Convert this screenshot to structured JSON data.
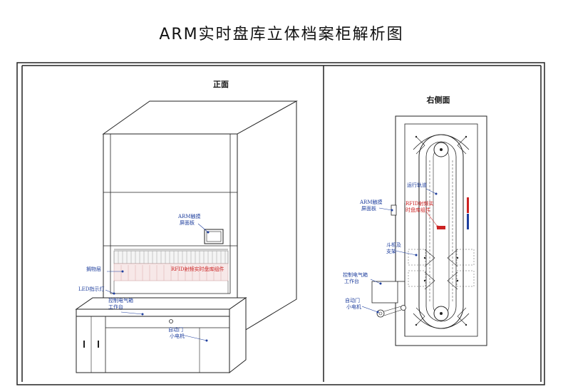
{
  "title": "ARM实时盘库立体档案柜解析图",
  "front": {
    "heading": "正面",
    "labels": {
      "arm_panel_1": "ARM触摸",
      "arm_panel_2": "屏面板",
      "rfid": "RFID射频实时盘库组件",
      "shelf": "搁物层",
      "led": "LED指示灯",
      "control_1": "控制电气箱",
      "control_2": "工作台",
      "motor_1": "自动门",
      "motor_2": "小电机"
    }
  },
  "side": {
    "heading": "右侧面",
    "labels": {
      "track": "运行轨道",
      "arm_panel_1": "ARM触摸",
      "arm_panel_2": "屏面板",
      "rfid_1": "RFID射频实",
      "rfid_2": "时盘库组件",
      "bucket_1": "斗柜及",
      "bucket_2": "支架",
      "control_1": "控制电气箱",
      "control_2": "工作台",
      "motor_1": "自动门",
      "motor_2": "小电机"
    }
  },
  "colors": {
    "line": "#222222",
    "label_blue": "#1f3f9e",
    "label_red": "#cc2222",
    "rfid_strip": "#e7c0c0"
  }
}
